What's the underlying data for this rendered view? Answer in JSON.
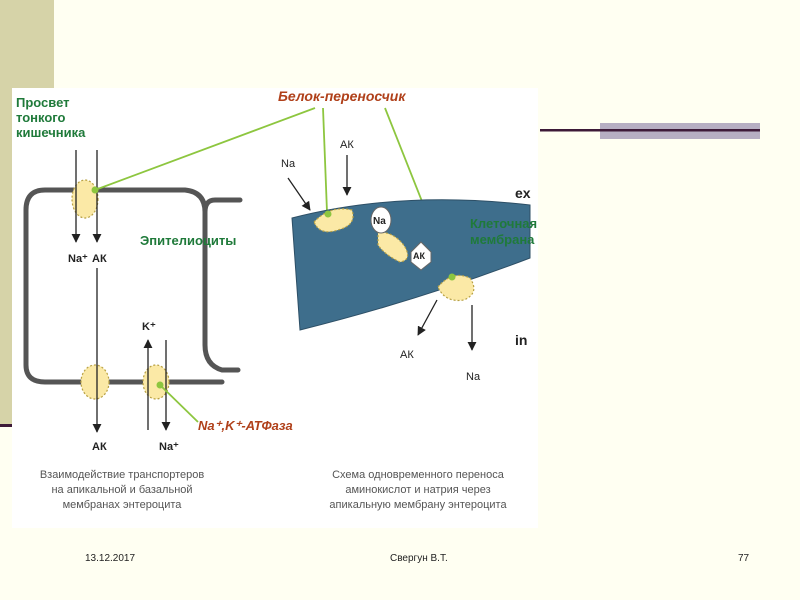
{
  "labels": {
    "lumen": [
      "Просвет",
      "тонкого",
      "кишечника"
    ],
    "carrier_protein": "Белок-переносчик",
    "epitheliocytes": "Эпителиоциты",
    "na_k_atpase": "Na⁺,K⁺-АТФаза",
    "cell_membrane": [
      "Клеточная",
      "мембрана"
    ],
    "ex": "ex",
    "in": "in",
    "na_plus": "Na⁺",
    "ak": "АК",
    "k_plus": "K⁺",
    "na": "Na"
  },
  "captions": {
    "left": [
      "Взаимодействие транспортеров",
      "на апикальной и базальной",
      "мембранах энтероцита"
    ],
    "right": [
      "Схема одновременного переноса",
      "аминокислот и натрия через",
      "апикальную мембрану энтероцита"
    ]
  },
  "footer": {
    "date": "13.12.2017",
    "author": "Свергун В.Т.",
    "page": "77"
  },
  "colors": {
    "sidebar": "#d6d3a8",
    "background": "#fffff2",
    "green_label": "#1f7a3a",
    "orange_label": "#b0401a",
    "membrane": "#3e6e8c",
    "carrier_fill": "#fbe9a6",
    "pointer_line": "#8dc63f",
    "accent_bar": "#b6aec2",
    "dark_line": "#3d1a38"
  }
}
